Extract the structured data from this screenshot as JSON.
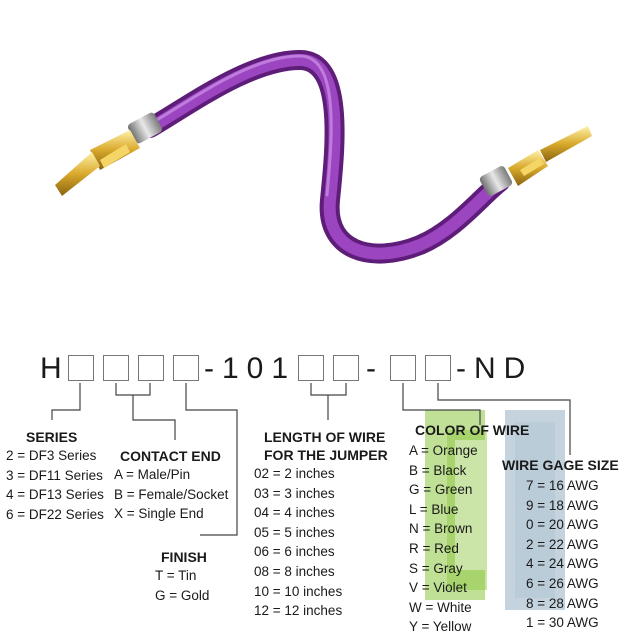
{
  "part_number": {
    "prefix": "H",
    "seg1": "-101",
    "seg2": "-",
    "suffix": "-ND"
  },
  "series": {
    "title": "SERIES",
    "items": [
      "2 = DF3 Series",
      "3 = DF11 Series",
      "4 = DF13 Series",
      "6 = DF22 Series"
    ]
  },
  "contact_end": {
    "title": "CONTACT END",
    "items": [
      "A = Male/Pin",
      "B = Female/Socket",
      "X = Single End"
    ]
  },
  "finish": {
    "title": "FINISH",
    "items": [
      "T = Tin",
      "G = Gold"
    ]
  },
  "length": {
    "title_line1": "LENGTH OF WIRE",
    "title_line2": "FOR THE JUMPER",
    "items": [
      "02 = 2 inches",
      "03 = 3 inches",
      "04 = 4 inches",
      "05 = 5 inches",
      "06 = 6 inches",
      "08 = 8 inches",
      "10 = 10 inches",
      "12 = 12 inches"
    ]
  },
  "color": {
    "title": "COLOR OF WIRE",
    "items": [
      "A = Orange",
      "B = Black",
      "G = Green",
      "L = Blue",
      "N = Brown",
      "R = Red",
      "S = Gray",
      "V = Violet",
      "W = White",
      "Y = Yellow"
    ]
  },
  "gage": {
    "title": "WIRE GAGE SIZE",
    "items": [
      "7 = 16 AWG",
      "9 = 18 AWG",
      "0 = 20 AWG",
      "2 = 22 AWG",
      "4 = 24 AWG",
      "6 = 26 AWG",
      "8 = 28 AWG",
      "1 = 30 AWG"
    ]
  },
  "colors": {
    "wire": "#7b2a9a",
    "wire_highlight": "#b06ad0",
    "gold": "#d9a92c",
    "silver": "#b8b8b8",
    "watermark_green": "#8cc63f",
    "watermark_blue": "#7f9db5"
  }
}
